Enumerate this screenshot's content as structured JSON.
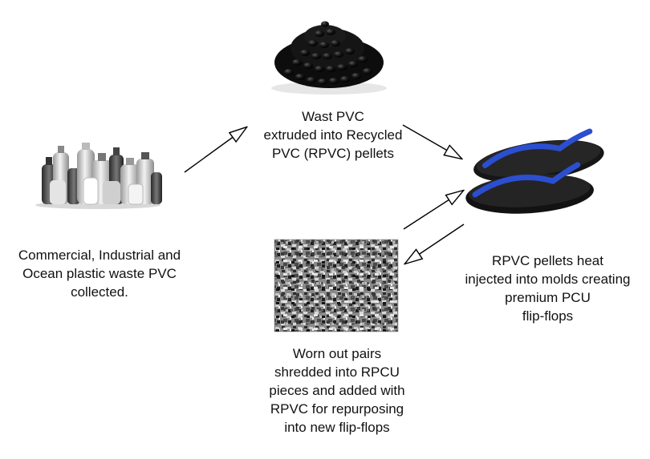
{
  "steps": [
    {
      "id": "collect",
      "lines": [
        "Commercial, Industrial and",
        "Ocean plastic waste PVC",
        "collected."
      ],
      "image": "plastic-bottles-image"
    },
    {
      "id": "extrude",
      "lines": [
        "Wast PVC",
        "extruded into Recycled",
        "PVC (RPVC) pellets"
      ],
      "image": "black-pellets-image"
    },
    {
      "id": "mold",
      "lines": [
        "RPVC pellets heat",
        "injected into molds creating",
        "premium PCU",
        "flip-flops"
      ],
      "image": "flip-flops-image"
    },
    {
      "id": "shred",
      "lines": [
        "Worn out pairs",
        "shredded into RPCU",
        "pieces and added with",
        "RPVC for repurposing",
        "into new flip-flops"
      ],
      "image": "shredded-pieces-image"
    }
  ],
  "colors": {
    "strap": "#2b4fd0",
    "sole": "#1b1b1b",
    "pellet": "#111111",
    "arrow": "#000000"
  }
}
